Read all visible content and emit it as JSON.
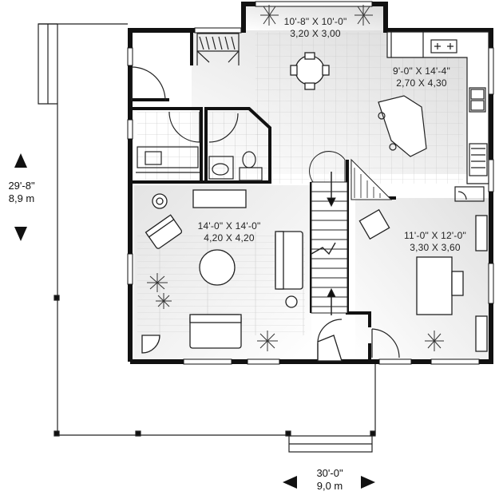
{
  "rooms": {
    "dining": {
      "imperial": "10'-8\" X 10'-0\"",
      "metric": "3,20 X 3,00"
    },
    "kitchen": {
      "imperial": "9'-0\" X 14'-4\"",
      "metric": "2,70 X 4,30"
    },
    "living": {
      "imperial": "14'-0\" X 14'-0\"",
      "metric": "4,20 X 4,20"
    },
    "bedroom": {
      "imperial": "11'-0\" X 12'-0\"",
      "metric": "3,30 X 3,60"
    }
  },
  "dimensions": {
    "depth": {
      "imperial": "29'-8\"",
      "metric": "8,9 m"
    },
    "width": {
      "imperial": "30'-0\"",
      "metric": "9,0 m"
    }
  },
  "colors": {
    "wall": "#111111",
    "floor_tint": "#e9e9e9",
    "line": "#222222"
  }
}
